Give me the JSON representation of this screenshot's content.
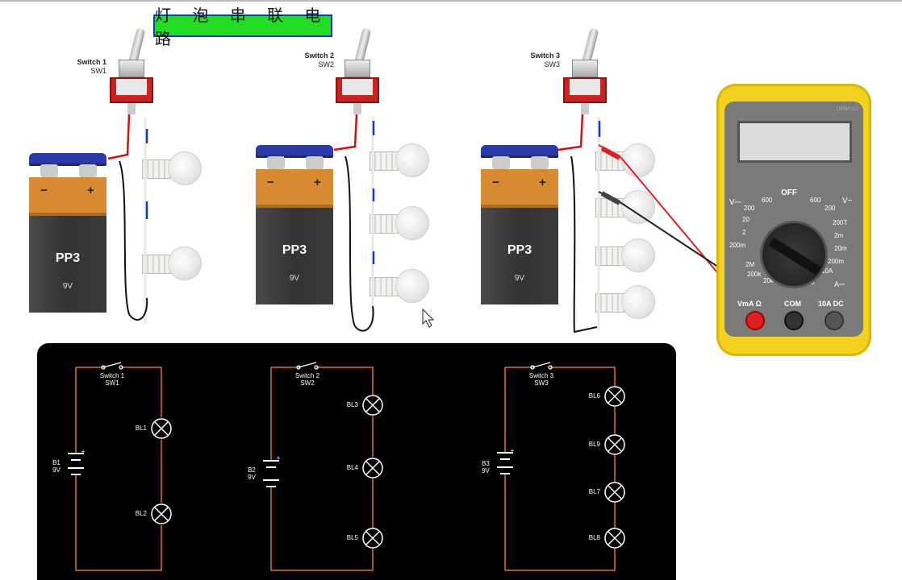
{
  "title": "灯 泡 串 联 电 路",
  "circuits": [
    {
      "switch_name": "Switch 1",
      "switch_ref": "SW1",
      "battery_model": "PP3",
      "battery_voltage": "9V",
      "battery_ref": "B1",
      "bulbs": [
        "BL1",
        "BL2"
      ]
    },
    {
      "switch_name": "Switch 2",
      "switch_ref": "SW2",
      "battery_model": "PP3",
      "battery_voltage": "9V",
      "battery_ref": "B2",
      "bulbs": [
        "BL3",
        "BL4",
        "BL5"
      ]
    },
    {
      "switch_name": "Switch 3",
      "switch_ref": "SW3",
      "battery_model": "PP3",
      "battery_voltage": "9V",
      "battery_ref": "B3",
      "bulbs": [
        "BL6",
        "BL9",
        "BL7",
        "BL8"
      ]
    }
  ],
  "battery_plus": "+",
  "battery_minus": "−",
  "multimeter": {
    "brand": "DMM-V2",
    "off_label": "OFF",
    "range_labels": [
      "V⎓",
      "600",
      "200",
      "20",
      "2",
      "200m",
      "2M",
      "200k",
      "20k",
      "2k",
      "200",
      "600",
      "V~",
      "200",
      "200T",
      "2m",
      "20m",
      "200m",
      "10A",
      "A⎓"
    ],
    "ports": [
      "VmA Ω",
      "COM",
      "10A DC"
    ],
    "colors": {
      "body": "#f2d21e",
      "face": "#7a7a7a",
      "probe_red": "#e02020",
      "probe_black": "#222222"
    }
  }
}
